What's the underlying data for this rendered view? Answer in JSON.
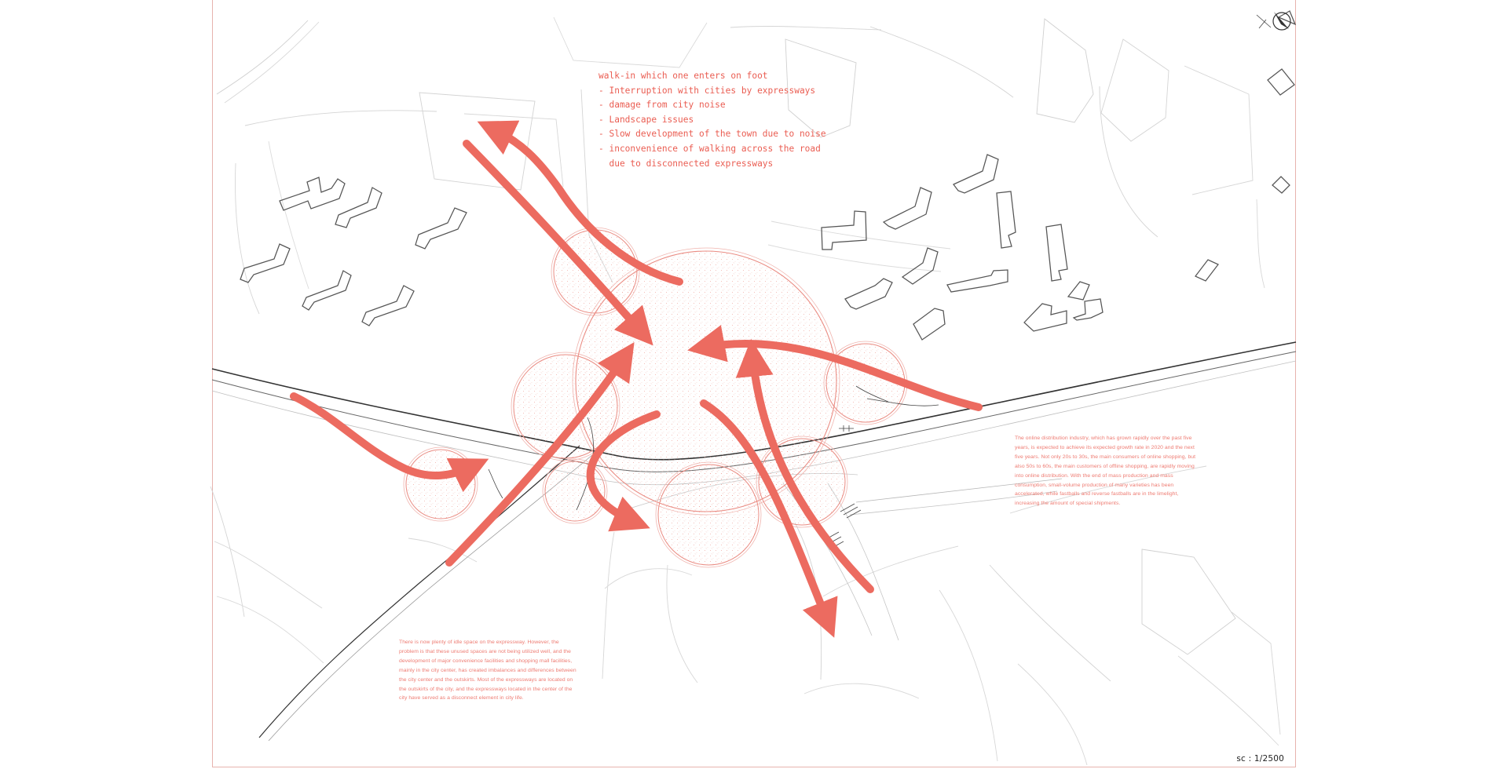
{
  "notes": [
    "walk-in which one enters on foot",
    "- Interruption with cities by expressways",
    "- damage from city noise",
    "- Landscape issues",
    "- Slow development of the town due to noise",
    "- inconvenience of walking across the road",
    "  due to disconnected expressways"
  ],
  "paragraph_right": "The online distribution industry, which has grown rapidly over the past five years, is expected to achieve its expected growth rate in 2020 and the next five years. Not only 20s to 30s, the main consumers of online shopping, but also 50s to 60s, the main customers of offline shopping, are rapidly moving into online distribution. With the end of mass production and mass consumption, small-volume production of many varieties has been accelerated, while fastballs and reverse fastballs are in the limelight, increasing the amount of special shipments.",
  "paragraph_left": "There is now plenty of idle space on the expressway. However, the problem is that these unused spaces are not being utilized well, and the development of major convenience facilities and shopping mall facilities, mainly in the city center, has created imbalances and differences between the city center and the outskirts. Most of the expressways are located on the outskirts of the city, and the expressways located in the center of the city have served as a disconnect element in city life.",
  "scale": "sc : 1/2500",
  "colors": {
    "accent": "#ec6b60",
    "text": "#ea5d52",
    "line": "#cfcfcf",
    "road": "#333333"
  },
  "icons": [
    "north-arrow-icon"
  ]
}
